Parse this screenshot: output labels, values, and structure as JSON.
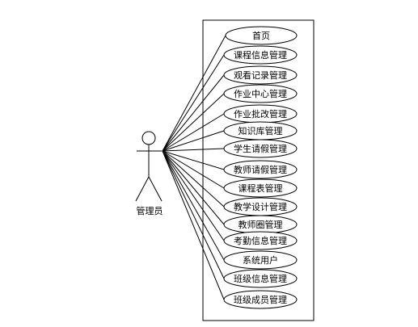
{
  "actor": {
    "label": "管理员"
  },
  "use_cases": [
    "首页",
    "课程信息管理",
    "观看记录管理",
    "作业中心管理",
    "作业批改管理",
    "知识库管理",
    "学生请假管理",
    "教师请假管理",
    "课程表管理",
    "教学设计管理",
    "教师圈管理",
    "考勤信息管理",
    "系统用户",
    "班级信息管理",
    "班级成员管理"
  ],
  "colors": {
    "stroke": "#000000",
    "fill": "#ffffff",
    "text": "#000000"
  }
}
